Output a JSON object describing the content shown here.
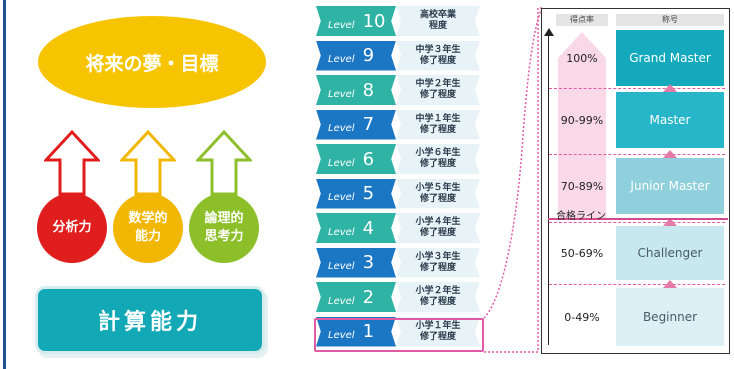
{
  "goal": {
    "label": "将来の夢・目標"
  },
  "skills": [
    {
      "label": "分析力",
      "color": "#e01e1e"
    },
    {
      "label": "数学的\n能力",
      "color": "#f2b705"
    },
    {
      "label": "論理的\n思考力",
      "color": "#8cbf2a"
    }
  ],
  "arrow_colors": [
    "#e01e1e",
    "#f2b705",
    "#8cbf2a"
  ],
  "foundation": {
    "label": "計算能力"
  },
  "level_word": "Level",
  "levels": [
    {
      "num": "10",
      "desc": "高校卒業\n程度"
    },
    {
      "num": "9",
      "desc": "中学３年生\n修了程度"
    },
    {
      "num": "8",
      "desc": "中学２年生\n修了程度"
    },
    {
      "num": "7",
      "desc": "中学１年生\n修了程度"
    },
    {
      "num": "6",
      "desc": "小学６年生\n修了程度"
    },
    {
      "num": "5",
      "desc": "小学５年生\n修了程度"
    },
    {
      "num": "4",
      "desc": "小学４年生\n修了程度"
    },
    {
      "num": "3",
      "desc": "小学３年生\n修了程度"
    },
    {
      "num": "2",
      "desc": "小学２年生\n修了程度"
    },
    {
      "num": "1",
      "desc": "小学１年生\n修了程度"
    }
  ],
  "rank_table": {
    "score_header": "得点率",
    "title_header": "称号",
    "pass_label": "合格ライン",
    "ranks": [
      {
        "score": "100%",
        "title": "Grand Master",
        "color": "#14a9bd",
        "text_color": "#ffffff"
      },
      {
        "score": "90-99%",
        "title": "Master",
        "color": "#27b6c9",
        "text_color": "#ffffff"
      },
      {
        "score": "70-89%",
        "title": "Junior Master",
        "color": "#8fd0dc",
        "text_color": "#ffffff"
      },
      {
        "score": "50-69%",
        "title": "Challenger",
        "color": "#c8e8ef",
        "text_color": "#4a5a6a"
      },
      {
        "score": "0-49%",
        "title": "Beginner",
        "color": "#dbeff4",
        "text_color": "#4a5a6a"
      }
    ]
  }
}
